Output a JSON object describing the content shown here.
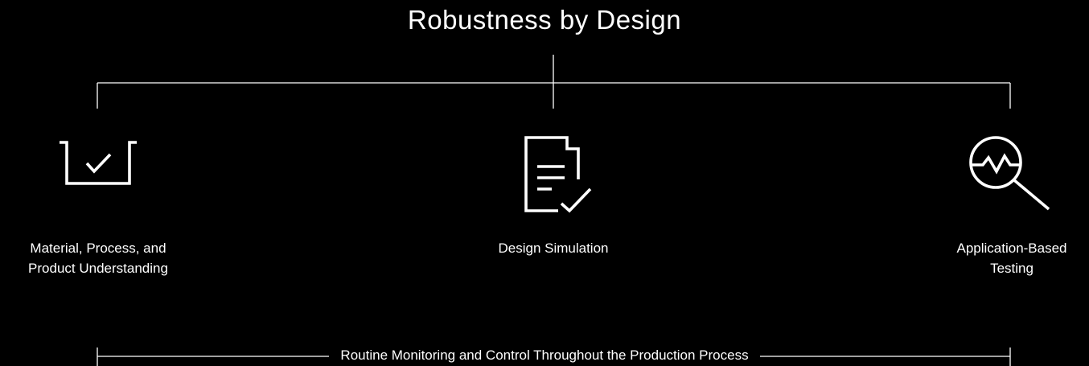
{
  "title": "Robustness by Design",
  "pillars": [
    {
      "icon": "basin-check-icon",
      "label_lines": [
        "Material, Process, and",
        "Product Understanding"
      ]
    },
    {
      "icon": "document-check-icon",
      "label_lines": [
        "Design Simulation"
      ]
    },
    {
      "icon": "magnifier-waveform-icon",
      "label_lines": [
        "Application-Based",
        "Testing"
      ]
    }
  ],
  "footer": "Routine Monitoring and Control Throughout the Production Process",
  "colors": {
    "background": "#000000",
    "foreground": "#ffffff"
  }
}
